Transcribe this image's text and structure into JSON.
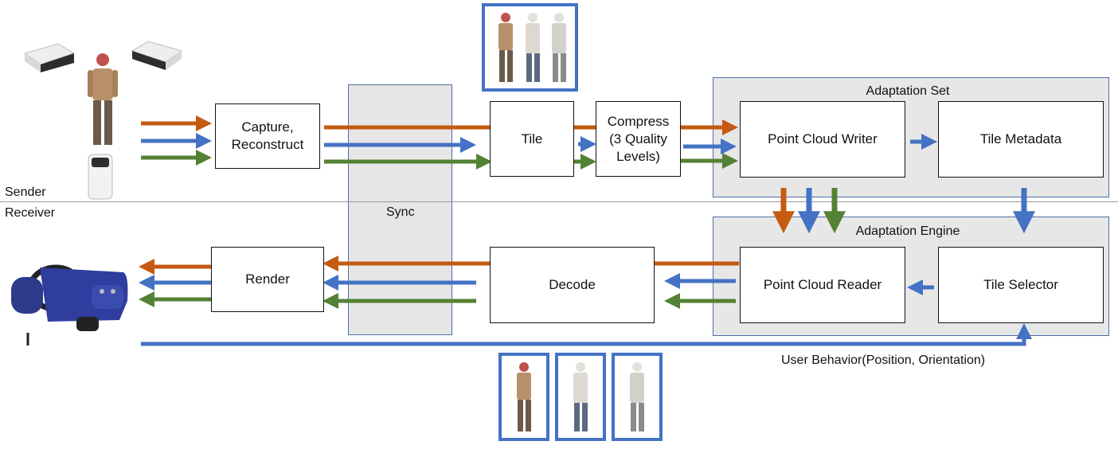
{
  "colors": {
    "orange": "#c55a11",
    "blue": "#4472c4",
    "green": "#548235",
    "group_fill": "#e8e7e8",
    "group_border": "#4a6fa5"
  },
  "labels": {
    "sender": "Sender",
    "receiver": "Receiver",
    "sync": "Sync",
    "user_behavior": "User Behavior(Position, Orientation)"
  },
  "groups": {
    "adaptation_set": "Adaptation Set",
    "adaptation_engine": "Adaptation Engine"
  },
  "boxes": {
    "capture": "Capture,\nReconstruct",
    "tile": "Tile",
    "compress": "Compress\n(3 Quality\nLevels)",
    "writer": "Point Cloud Writer",
    "metadata": "Tile Metadata",
    "render": "Render",
    "decode": "Decode",
    "reader": "Point Cloud Reader",
    "selector": "Tile Selector"
  },
  "icons": {
    "depth_camera": "depth-camera-icon",
    "person": "person-point-cloud-icon",
    "vr_headset": "vr-headset-icon"
  }
}
